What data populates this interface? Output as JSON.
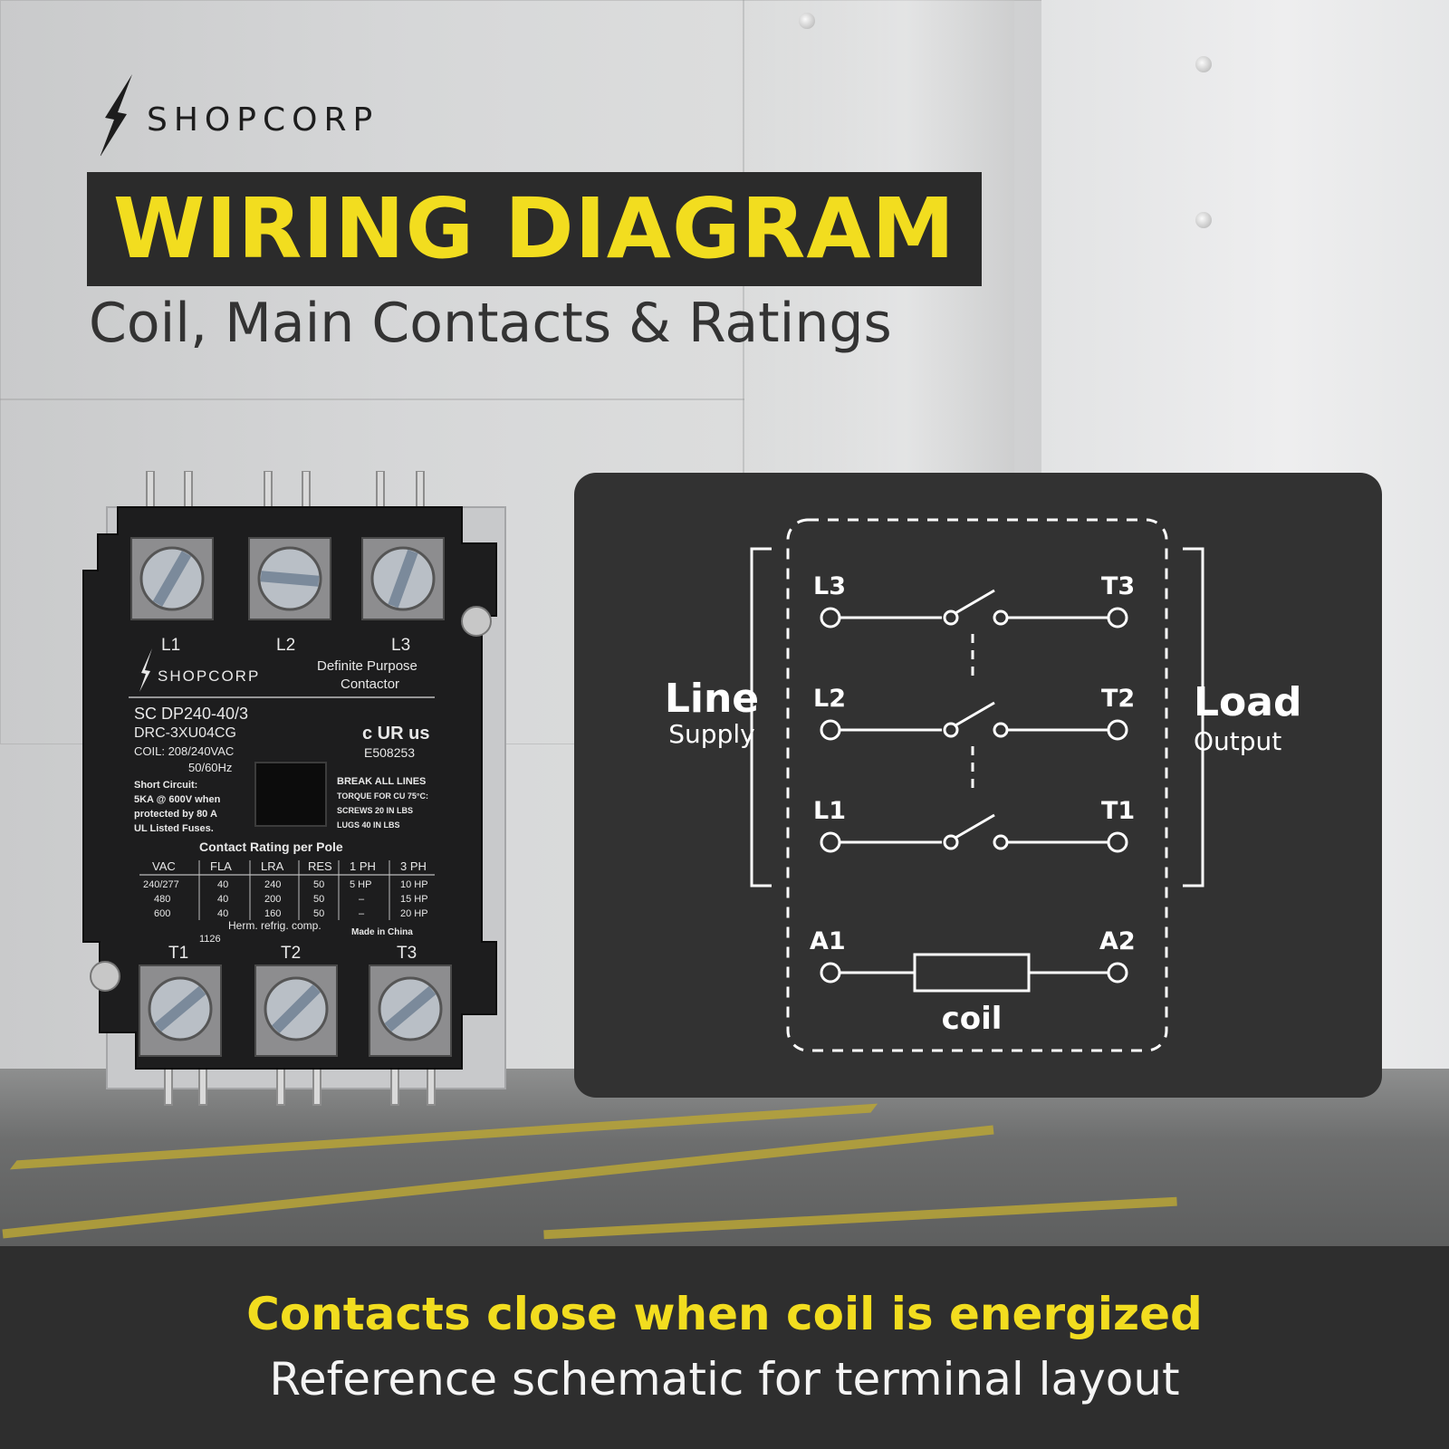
{
  "brand": {
    "name": "SHOPCORP"
  },
  "header": {
    "title": "WIRING DIAGRAM",
    "subtitle": "Coil, Main Contacts & Ratings"
  },
  "product": {
    "line_terminals": [
      "L1",
      "L2",
      "L3"
    ],
    "load_terminals": [
      "T1",
      "T2",
      "T3"
    ],
    "brand": "SHOPCORP",
    "type_line1": "Definite Purpose",
    "type_line2": "Contactor",
    "model": "SC DP240-40/3",
    "part_no": "DRC-3XU04CG",
    "coil": "COIL: 208/240VAC",
    "frequency": "50/60Hz",
    "cert_mark": "c UR us",
    "cert_number": "E508253",
    "short_circuit": [
      "Short Circuit:",
      "5KA @ 600V when",
      "protected by 80 A",
      "UL Listed Fuses."
    ],
    "break_lines": [
      "BREAK ALL LINES",
      "TORQUE FOR CU 75°C:",
      "SCREWS 20 IN LBS",
      "LUGS 40 IN LBS"
    ],
    "rating_title": "Contact Rating per Pole",
    "rating_headers": [
      "VAC",
      "FLA",
      "LRA",
      "RES",
      "1 PH",
      "3 PH"
    ],
    "rating_rows": [
      [
        "240/277",
        "40",
        "240",
        "50",
        "5 HP",
        "10 HP"
      ],
      [
        "480",
        "40",
        "200",
        "50",
        "–",
        "15 HP"
      ],
      [
        "600",
        "40",
        "160",
        "50",
        "–",
        "20 HP"
      ]
    ],
    "footnote": "Herm. refrig. comp.",
    "lot": "1126",
    "origin": "Made in China"
  },
  "schematic": {
    "line_label": "Line",
    "line_sublabel": "Supply",
    "load_label": "Load",
    "load_sublabel": "Output",
    "poles": [
      {
        "line": "L3",
        "load": "T3"
      },
      {
        "line": "L2",
        "load": "T2"
      },
      {
        "line": "L1",
        "load": "T1"
      }
    ],
    "coil_terminals": [
      "A1",
      "A2"
    ],
    "coil_label": "coil"
  },
  "footer": {
    "headline": "Contacts close when coil is energized",
    "subline": "Reference schematic for terminal layout"
  },
  "colors": {
    "accent": "#f2dd1f",
    "dark": "#2e2e2e",
    "panel": "#323232",
    "schematic_line": "#ffffff"
  }
}
